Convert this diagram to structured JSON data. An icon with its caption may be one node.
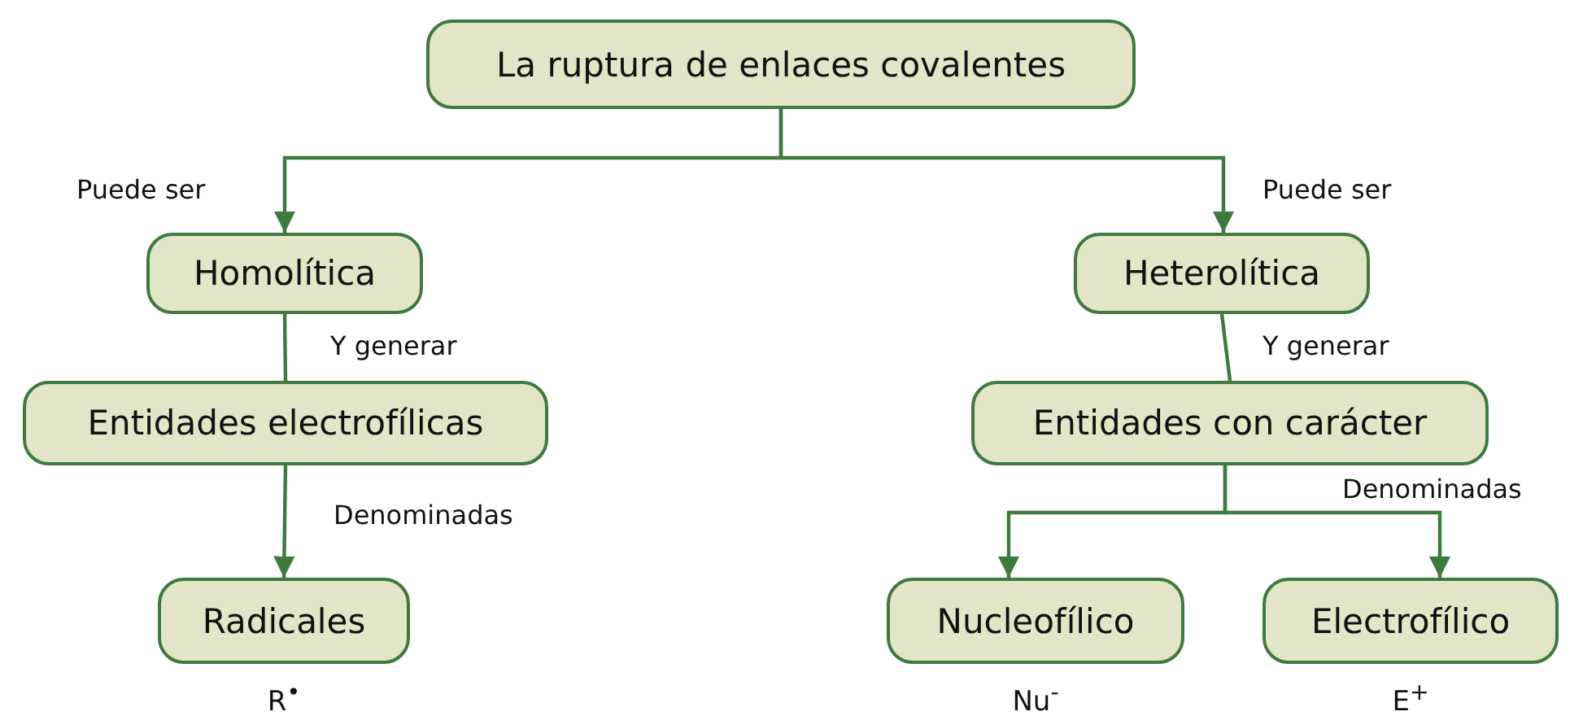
{
  "diagram": {
    "nodes": [
      {
        "text": [
          "La ruptura de enlaces covalentes"
        ]
      },
      {
        "text": [
          "Homolítica"
        ]
      },
      {
        "text": [
          "Heterolítica"
        ]
      },
      {
        "text": [
          "Entidades electrofílicas"
        ]
      },
      {
        "text": [
          "Entidades con carácter"
        ]
      },
      {
        "text": [
          "Radicales"
        ],
        "beside": [
          "R$^{•}$"
        ]
      },
      {
        "text": [
          "Nucleofílico"
        ],
        "beside": [
          "Nu$^{-}$"
        ]
      },
      {
        "text": [
          "Electrofílico"
        ],
        "beside": [
          "E$^{+}$"
        ]
      }
    ],
    "edges": [
      {
        "from": 0,
        "to": 1,
        "arrow": "to",
        "label": "Puede ser"
      },
      {
        "from": 0,
        "to": 2,
        "arrow": "to",
        "label": "Puede ser"
      },
      {
        "from": 1,
        "to": 3,
        "arrow": "none",
        "label": "Y generar"
      },
      {
        "from": 2,
        "to": 4,
        "arrow": "none",
        "label": "Y generar"
      },
      {
        "from": 3,
        "to": 5,
        "arrow": "to",
        "label": "Denominadas"
      },
      {
        "from": 4,
        "to": 6,
        "arrow": "to"
      },
      {
        "from": 4,
        "to": 7,
        "arrow": "to",
        "label": "Denominadas"
      }
    ]
  }
}
